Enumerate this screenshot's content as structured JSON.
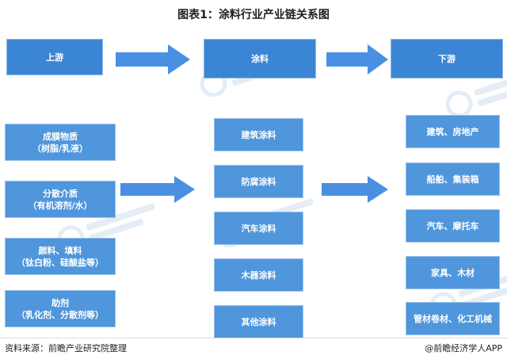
{
  "title": "图表1：涂料行业产业链关系图",
  "header": {
    "upstream": "上游",
    "midstream": "涂料",
    "downstream": "下游"
  },
  "upstream_items": [
    "成膜物质\n（树脂/乳液）",
    "分散介质\n（有机溶剂/水）",
    "颜料、填料\n（钛白粉、硅酸盐等）",
    "助剂\n（乳化剂、分散剂等）"
  ],
  "midstream_items": [
    "建筑涂料",
    "防腐涂料",
    "汽车涂料",
    "木器涂料",
    "其他涂料"
  ],
  "downstream_items": [
    "建筑、房地产",
    "船舶、集装箱",
    "汽车、摩托车",
    "家具、木材",
    "管材卷材、化工机械"
  ],
  "footer": {
    "source": "资料来源：前瞻产业研究院整理",
    "brand": "@前瞻经济学人APP"
  },
  "colors": {
    "box": "#3b86d4",
    "box_light": "#4f96dc",
    "arrow": "#4a90e2",
    "watermark": "#2a6bb5"
  },
  "icons": {
    "arrow": "right-arrow-icon",
    "watermark": "brand-watermark-icon"
  }
}
